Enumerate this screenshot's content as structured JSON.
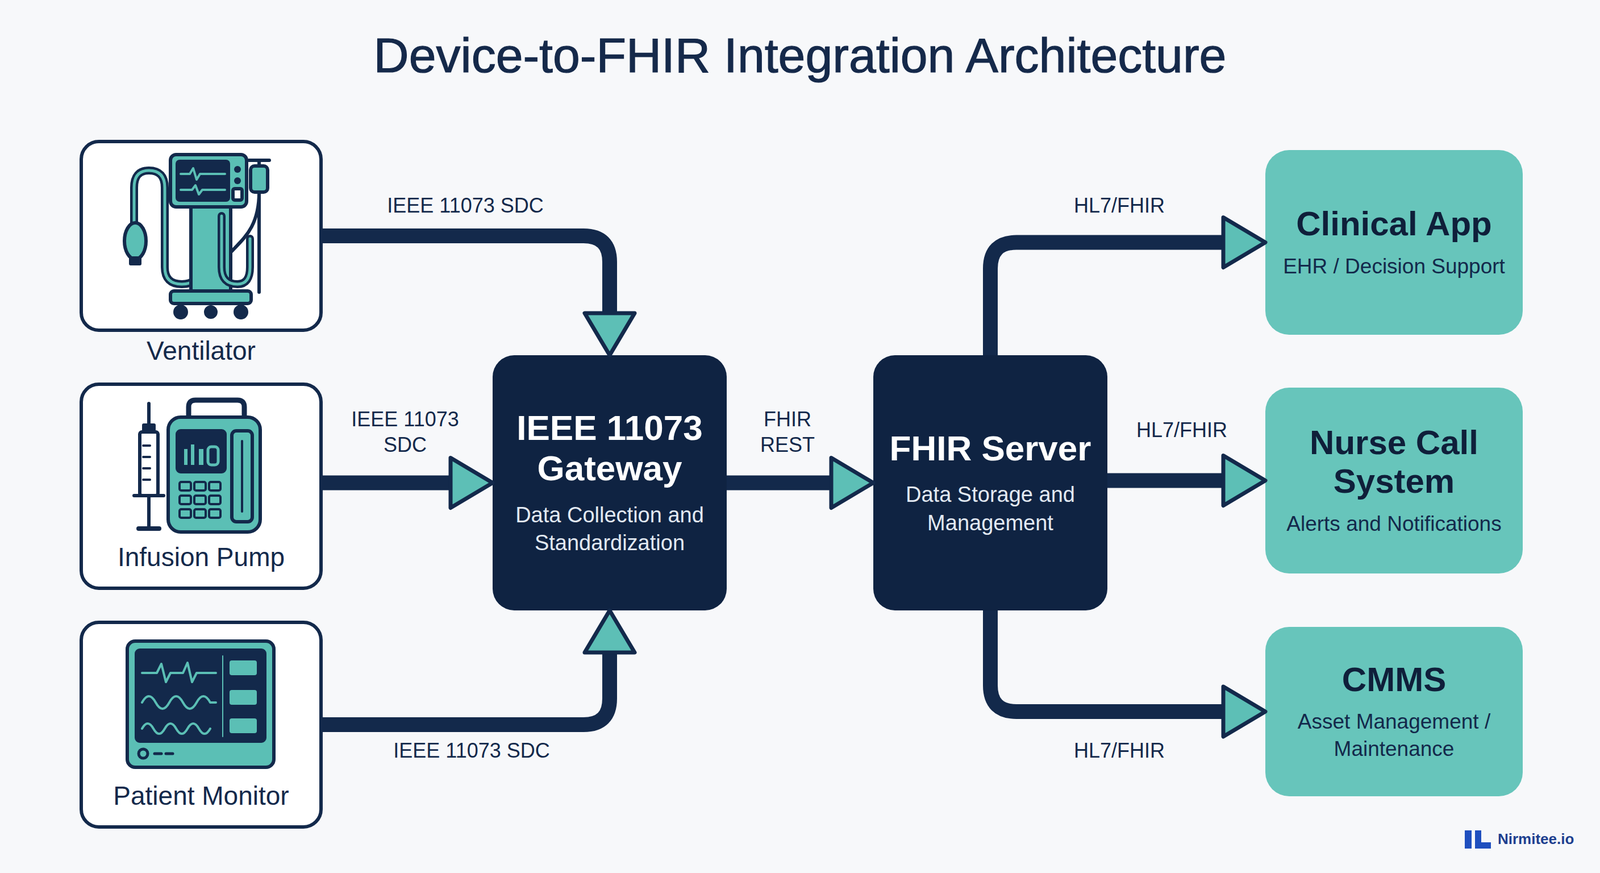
{
  "diagram": {
    "title": "Device-to-FHIR Integration Architecture",
    "nodes": [
      {
        "text": [
          "Ventilator"
        ]
      },
      {
        "text": [
          "Infusion Pump"
        ]
      },
      {
        "text": [
          "Patient Monitor"
        ]
      },
      {
        "text": [
          "IEEE 11073 Gateway",
          "Data Collection and Standardization"
        ]
      },
      {
        "text": [
          "FHIR Server",
          "Data Storage and Management"
        ]
      },
      {
        "text": [
          "Clinical App",
          "EHR / Decision Support"
        ]
      },
      {
        "text": [
          "Nurse Call System",
          "Alerts and Notifications"
        ]
      },
      {
        "text": [
          "CMMS",
          "Asset Management / Maintenance"
        ]
      }
    ],
    "edges": [
      {
        "from": 0,
        "to": 3,
        "label": "IEEE 11073 SDC",
        "arrow": "to"
      },
      {
        "from": 1,
        "to": 3,
        "label": "IEEE 11073 SDC",
        "arrow": "to"
      },
      {
        "from": 2,
        "to": 3,
        "label": "IEEE 11073 SDC",
        "arrow": "to"
      },
      {
        "from": 3,
        "to": 4,
        "label": "FHIR REST",
        "arrow": "to"
      },
      {
        "from": 4,
        "to": 5,
        "label": "HL7/FHIR",
        "arrow": "to"
      },
      {
        "from": 4,
        "to": 6,
        "label": "HL7/FHIR",
        "arrow": "to"
      },
      {
        "from": 4,
        "to": 7,
        "label": "HL7/FHIR",
        "arrow": "to"
      }
    ],
    "labels": [
      "Nirmitee.io"
    ]
  }
}
